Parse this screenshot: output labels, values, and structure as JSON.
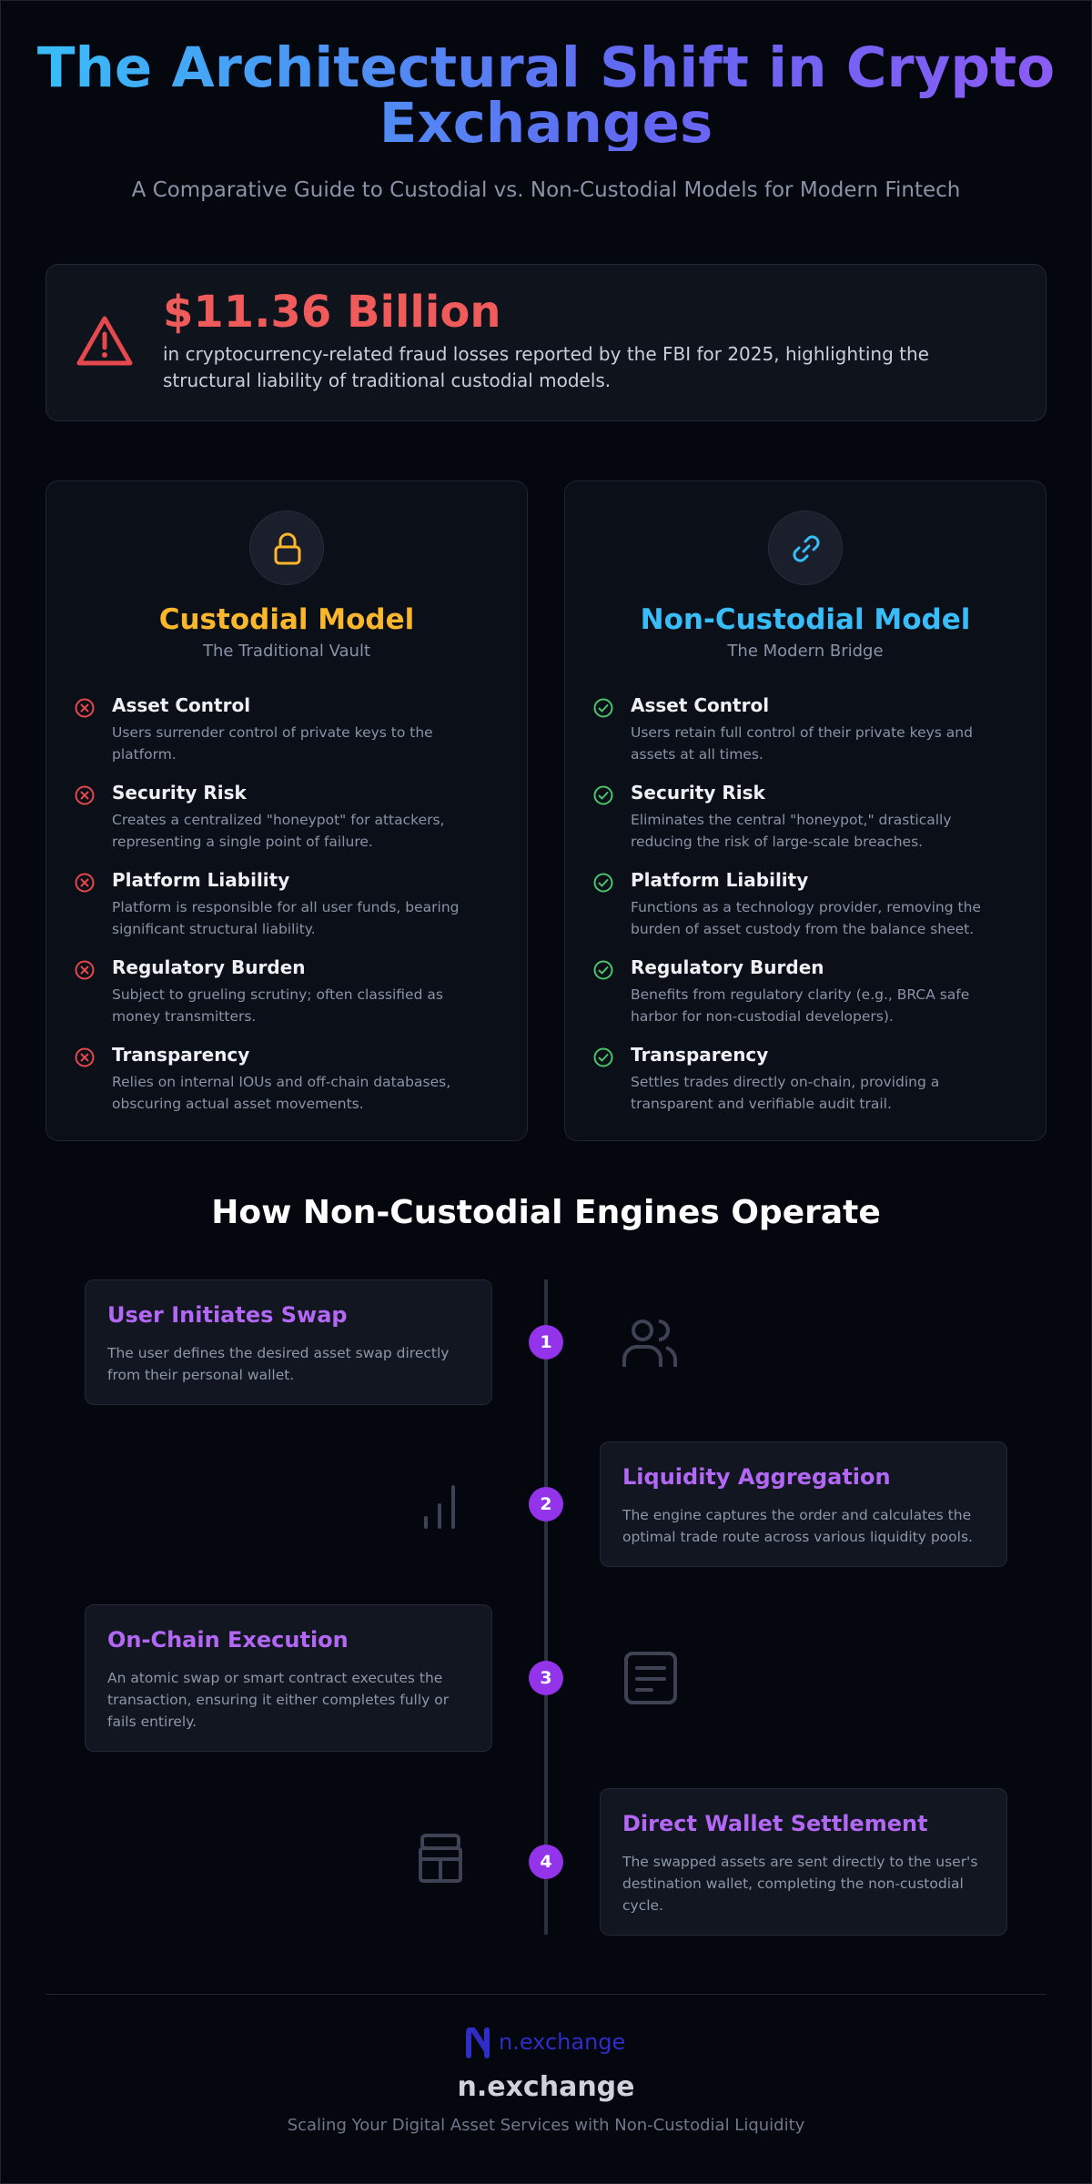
{
  "header": {
    "title": "The Architectural Shift in Crypto Exchanges",
    "subtitle": "A Comparative Guide to Custodial vs. Non-Custodial Models for Modern Fintech"
  },
  "alert": {
    "icon": "warning-triangle-icon",
    "figure": "$11.36 Billion",
    "text": "in cryptocurrency-related fraud losses reported by the FBI for 2025, highlighting the structural liability of traditional custodial models."
  },
  "custodial": {
    "icon": "lock-icon",
    "title": "Custodial Model",
    "subtitle": "The Traditional Vault",
    "accent": "#fbb72c",
    "features": [
      {
        "title": "Asset Control",
        "desc": "Users surrender control of private keys to the platform."
      },
      {
        "title": "Security Risk",
        "desc": "Creates a centralized \"honeypot\" for attackers, representing a single point of failure."
      },
      {
        "title": "Platform Liability",
        "desc": "Platform is responsible for all user funds, bearing significant structural liability."
      },
      {
        "title": "Regulatory Burden",
        "desc": "Subject to grueling scrutiny; often classified as money transmitters."
      },
      {
        "title": "Transparency",
        "desc": "Relies on internal IOUs and off-chain databases, obscuring actual asset movements."
      }
    ]
  },
  "noncustodial": {
    "icon": "link-icon",
    "title": "Non-Custodial Model",
    "subtitle": "The Modern Bridge",
    "accent": "#38bdf8",
    "features": [
      {
        "title": "Asset Control",
        "desc": "Users retain full control of their private keys and assets at all times."
      },
      {
        "title": "Security Risk",
        "desc": "Eliminates the central \"honeypot,\" drastically reducing the risk of large-scale breaches."
      },
      {
        "title": "Platform Liability",
        "desc": "Functions as a technology provider, removing the burden of asset custody from the balance sheet."
      },
      {
        "title": "Regulatory Burden",
        "desc": "Benefits from regulatory clarity (e.g., BRCA safe harbor for non-custodial developers)."
      },
      {
        "title": "Transparency",
        "desc": "Settles trades directly on-chain, providing a transparent and verifiable audit trail."
      }
    ]
  },
  "how": {
    "title": "How Non-Custodial Engines Operate",
    "steps": [
      {
        "num": "1",
        "title": "User Initiates Swap",
        "desc": "The user defines the desired asset swap directly from their personal wallet.",
        "icon": "users-icon"
      },
      {
        "num": "2",
        "title": "Liquidity Aggregation",
        "desc": "The engine captures the order and calculates the optimal trade route across various liquidity pools.",
        "icon": "bar-chart-icon"
      },
      {
        "num": "3",
        "title": "On-Chain Execution",
        "desc": "An atomic swap or smart contract executes the transaction, ensuring it either completes fully or fails entirely.",
        "icon": "document-icon"
      },
      {
        "num": "4",
        "title": "Direct Wallet Settlement",
        "desc": "The swapped assets are sent directly to the user's destination wallet, completing the non-custodial cycle.",
        "icon": "wallet-icon"
      }
    ]
  },
  "footer": {
    "logo_text": "n.exchange",
    "brand": "n.exchange",
    "tagline": "Scaling Your Digital Asset Services with Non-Custodial Liquidity"
  },
  "colors": {
    "negative": "#e5484d",
    "positive": "#4cc26a",
    "step_accent": "#9333ea"
  }
}
